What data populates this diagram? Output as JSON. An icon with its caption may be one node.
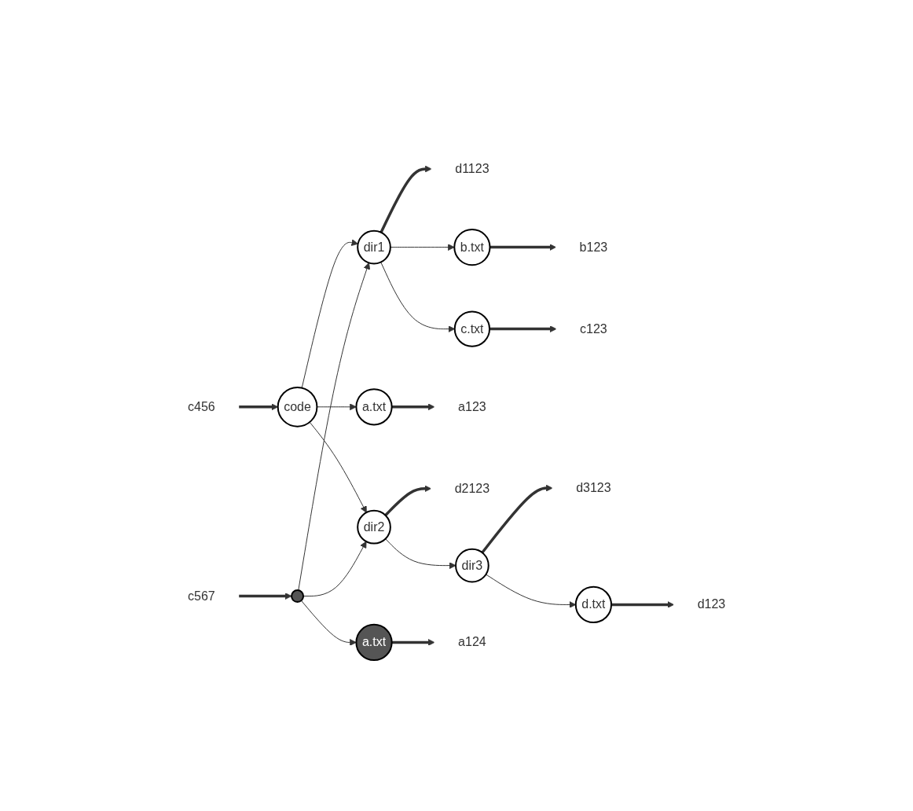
{
  "diagram": {
    "nodes": [
      {
        "text": [
          "c456"
        ]
      },
      {
        "text": [
          "code"
        ]
      },
      {
        "text": [
          "dir1"
        ]
      },
      {
        "text": [
          "d1123"
        ]
      },
      {
        "text": [
          "b.txt"
        ]
      },
      {
        "text": [
          "b123"
        ]
      },
      {
        "text": [
          "c.txt"
        ]
      },
      {
        "text": [
          "c123"
        ]
      },
      {
        "text": [
          "a.txt"
        ]
      },
      {
        "text": [
          "a123"
        ]
      },
      {
        "text": [
          "dir2"
        ]
      },
      {
        "text": [
          "d2123"
        ]
      },
      {
        "text": [
          "dir3"
        ]
      },
      {
        "text": [
          "d3123"
        ]
      },
      {
        "text": [
          "d.txt"
        ]
      },
      {
        "text": [
          "d123"
        ]
      },
      {
        "text": [
          "c567"
        ]
      },
      {
        "text": [],
        "shape": "circle"
      },
      {
        "text": [
          "a.txt"
        ]
      },
      {
        "text": [
          "a124"
        ]
      }
    ],
    "edges": [
      {
        "from": 0,
        "to": 1,
        "arrow": "to",
        "style": "thick"
      },
      {
        "from": 1,
        "to": 2,
        "arrow": "to"
      },
      {
        "from": 1,
        "to": 8,
        "arrow": "to"
      },
      {
        "from": 1,
        "to": 10,
        "arrow": "to"
      },
      {
        "from": 2,
        "to": 3,
        "arrow": "to",
        "style": "thick"
      },
      {
        "from": 2,
        "to": 4,
        "arrow": "to"
      },
      {
        "from": 2,
        "to": 6,
        "arrow": "to"
      },
      {
        "from": 4,
        "to": 5,
        "arrow": "to",
        "style": "thick"
      },
      {
        "from": 6,
        "to": 7,
        "arrow": "to",
        "style": "thick"
      },
      {
        "from": 8,
        "to": 9,
        "arrow": "to",
        "style": "thick"
      },
      {
        "from": 10,
        "to": 12,
        "arrow": "to"
      },
      {
        "from": 12,
        "to": 14,
        "arrow": "to"
      },
      {
        "from": 14,
        "to": 15,
        "arrow": "to",
        "style": "thick"
      },
      {
        "from": 10,
        "to": 11,
        "arrow": "to",
        "style": "thick"
      },
      {
        "from": 12,
        "to": 13,
        "arrow": "to",
        "style": "thick"
      },
      {
        "from": 16,
        "to": 17,
        "arrow": "to",
        "style": "thick"
      },
      {
        "from": 17,
        "to": 2,
        "arrow": "to"
      },
      {
        "from": 17,
        "to": 10,
        "arrow": "to"
      },
      {
        "from": 17,
        "to": 18,
        "arrow": "to"
      },
      {
        "from": 18,
        "to": 19,
        "arrow": "to",
        "style": "thick"
      }
    ]
  }
}
